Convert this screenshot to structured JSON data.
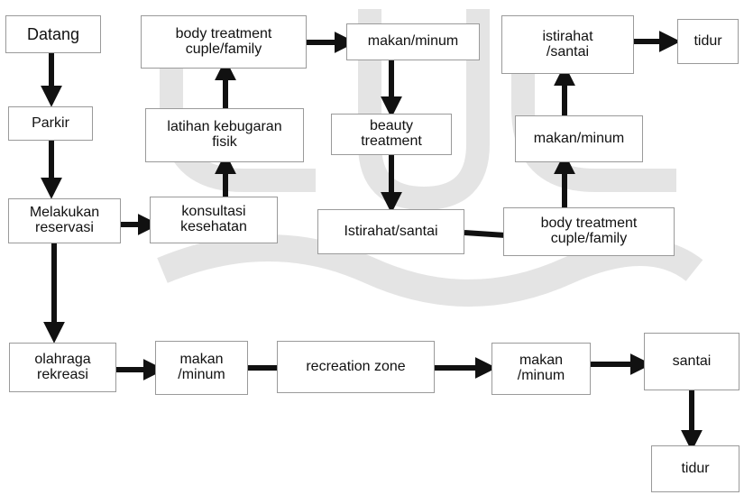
{
  "nodes": {
    "datang": "Datang",
    "parkir": "Parkir",
    "melakukan_reservasi": "Melakukan\nreservasi",
    "konsultasi_kesehatan": "konsultasi\nkesehatan",
    "latihan_kebugaran_fisik": "latihan kebugaran\nfisik",
    "body_treatment_1": "body treatment\ncuple/family",
    "makan_minum_1": "makan/minum",
    "beauty_treatment": "beauty\ntreatment",
    "istirahat_santai_1": "Istirahat/santai",
    "body_treatment_2": "body treatment\ncuple/family",
    "makan_minum_2": "makan/minum",
    "istirahat_santai_2": "istirahat\n/santai",
    "tidur_1": "tidur",
    "olahraga_rekreasi": "olahraga\nrekreasi",
    "makan_minum_3": "makan\n/minum",
    "recreation_zone": "recreation zone",
    "makan_minum_4": "makan\n/minum",
    "santai": "santai",
    "tidur_2": "tidur"
  },
  "colors": {
    "arrow": "#111111",
    "box_border": "#9a9a9a",
    "watermark": "#8a8a8a"
  }
}
